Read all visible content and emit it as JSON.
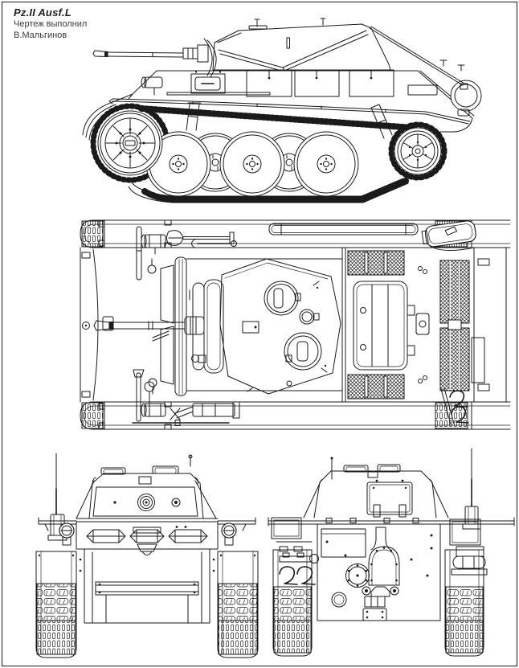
{
  "title_block": {
    "title": "Pz.II Ausf.L",
    "credit_line_1": "Чертеж выполнил",
    "credit_line_2": "В.Мальгинов"
  },
  "colors": {
    "ink": "#1a1a1a",
    "paper": "#ffffff",
    "title": "#202020",
    "credit": "#3a3a3a"
  }
}
